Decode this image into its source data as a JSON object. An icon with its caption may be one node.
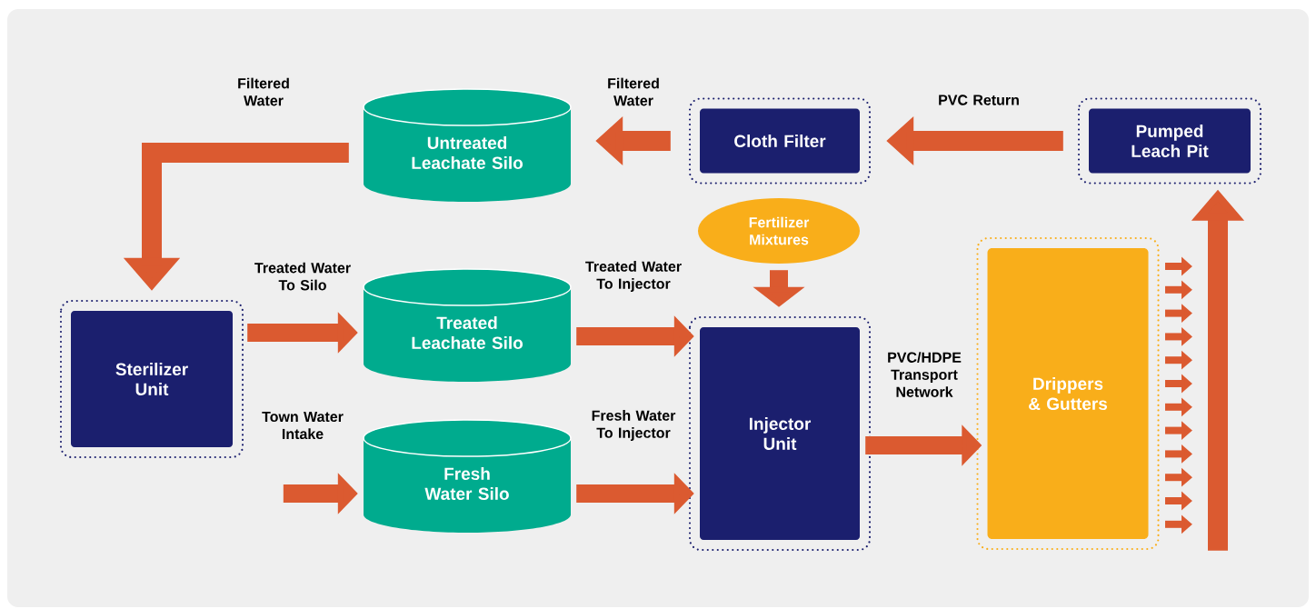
{
  "diagram": {
    "nodes": [
      {
        "text": [
          "Pumped Leach Pit"
        ]
      },
      {
        "text": [
          "Cloth Filter"
        ]
      },
      {
        "text": [
          "Untreated Leachate Silo"
        ]
      },
      {
        "text": [
          "Sterilizer Unit"
        ]
      },
      {
        "text": [
          "Treated Leachate Silo"
        ]
      },
      {
        "text": [
          "Fresh Water Silo"
        ]
      },
      {
        "text": [
          "Fertilizer Mixtures"
        ]
      },
      {
        "text": [
          "Injector Unit"
        ]
      },
      {
        "text": [
          "Drippers & Gutters"
        ]
      }
    ],
    "edges": [
      {
        "from": 0,
        "to": 1,
        "arrow": "to",
        "label": "PVC Return"
      },
      {
        "from": 1,
        "to": 2,
        "arrow": "to",
        "label": "Filtered Water"
      },
      {
        "from": 2,
        "to": 3,
        "arrow": "to",
        "label": "Filtered Water"
      },
      {
        "from": 3,
        "to": 4,
        "arrow": "to",
        "label": "Treated Water To Silo"
      },
      {
        "from": null,
        "to": 5,
        "arrow": "to",
        "label": "Town Water Intake"
      },
      {
        "from": 4,
        "to": 7,
        "arrow": "to",
        "label": "Treated Water To Injector"
      },
      {
        "from": 5,
        "to": 7,
        "arrow": "to",
        "label": "Fresh Water To Injector"
      },
      {
        "from": 6,
        "to": 7,
        "arrow": "to"
      },
      {
        "from": 7,
        "to": 8,
        "arrow": "to",
        "label": "PVC/HDPE Transport Network"
      },
      {
        "from": null,
        "to": 0,
        "arrow": "to"
      }
    ]
  }
}
